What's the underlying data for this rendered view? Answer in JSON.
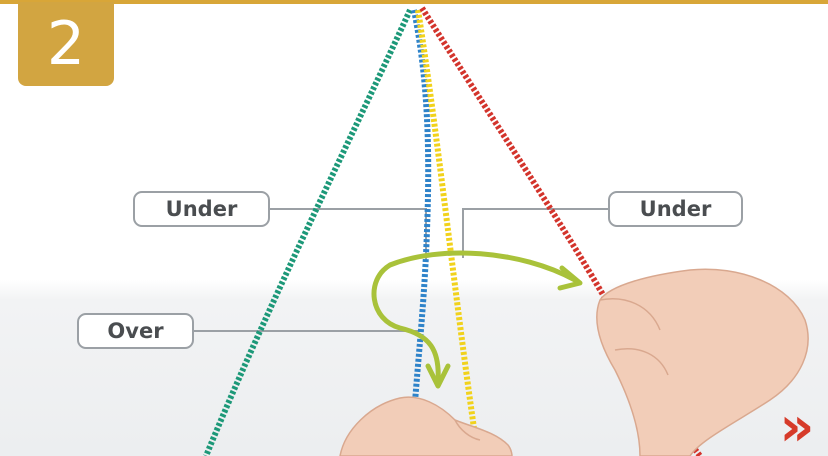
{
  "step": {
    "number": "2"
  },
  "labels": {
    "under_left": "Under",
    "under_right": "Under",
    "over": "Over"
  },
  "navigation": {
    "next_glyph": "»"
  },
  "colors": {
    "accent_gold": "#d2a541",
    "cord_green": "#1c9878",
    "cord_blue": "#2f83c9",
    "cord_yellow": "#f1d21b",
    "cord_red": "#d3342c",
    "guide_arrow": "#a9c23a",
    "next_red": "#d63b2a"
  }
}
